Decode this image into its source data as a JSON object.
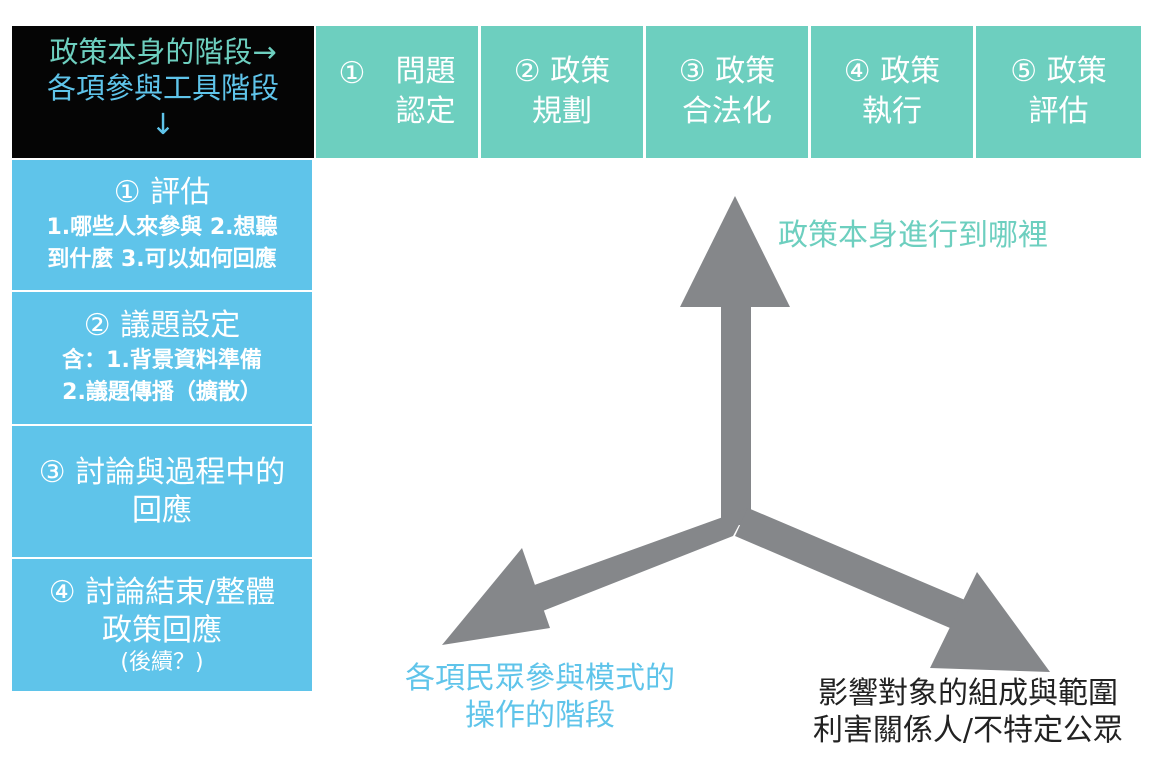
{
  "corner": {
    "line1": "政策本身的階段→",
    "line2": "各項參與工具階段",
    "line3": "↓"
  },
  "stages": [
    {
      "num": "①",
      "label": "問題\n認定"
    },
    {
      "num": "②",
      "label": "政策\n規劃"
    },
    {
      "num": "③",
      "label": "政策\n合法化"
    },
    {
      "num": "④",
      "label": "政策\n執行"
    },
    {
      "num": "⑤",
      "label": "政策\n評估"
    }
  ],
  "participation": [
    {
      "title": "① 評估",
      "detail1": "1.哪些人來參與 2.想聽",
      "detail2": "到什麼 3.可以如何回應"
    },
    {
      "title": "② 議題設定",
      "detail1": "含：1.背景資料準備",
      "detail2": "2.議題傳播（擴散）"
    },
    {
      "title": "③ 討論與過程中的",
      "title2": "回應"
    },
    {
      "title": "④ 討論結束/整體",
      "title2": "政策回應",
      "note": "(後續？)"
    }
  ],
  "axes": {
    "up": "政策本身進行到哪裡",
    "left": [
      "各項民眾參與模式的",
      "操作的階段"
    ],
    "right": [
      "影響對象的組成與範圍",
      "利害關係人/不特定公眾"
    ]
  },
  "colors": {
    "teal": "#6dcfbf",
    "blue": "#5fc4ea",
    "arrow": "#85878a",
    "black": "#050505"
  }
}
